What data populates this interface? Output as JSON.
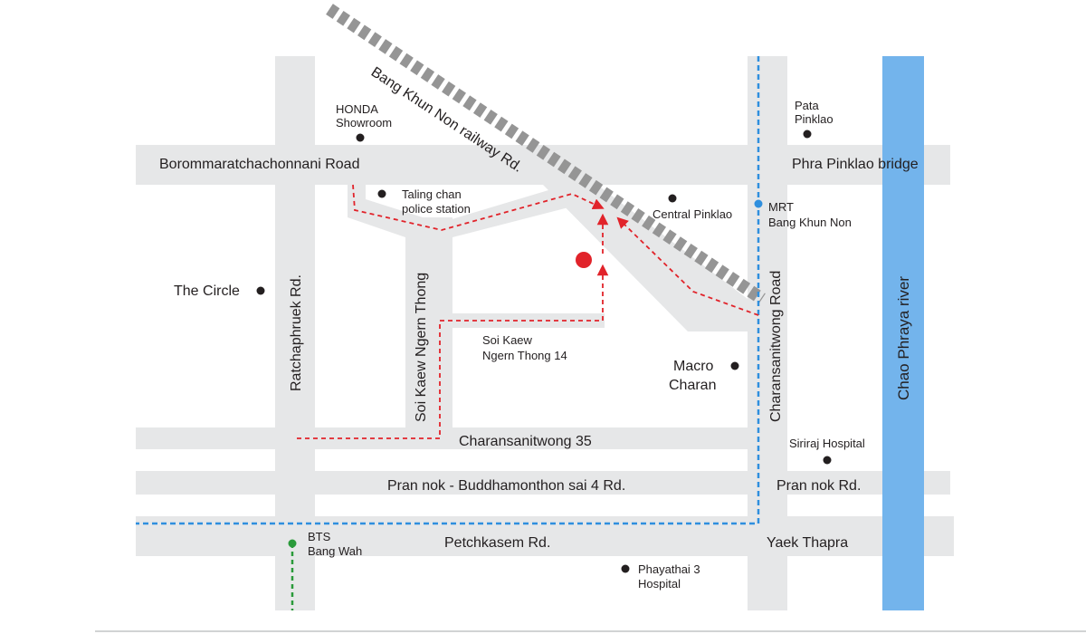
{
  "roads": {
    "borommaratchachonnani": "Borommaratchachonnani Road",
    "phra_pinklao_bridge": "Phra Pinklao bridge",
    "bang_khun_non_railway": "Bang Khun Non railway Rd.",
    "ratchaphruek": "Ratchaphruek Rd.",
    "soi_kaew_ngern_thong": "Soi Kaew Ngern Thong",
    "soi_14_line1": "Soi Kaew",
    "soi_14_line2": "Ngern Thong 14",
    "charansanitwong_road": "Charansanitwong Road",
    "charansanitwong_35": "Charansanitwong 35",
    "pran_nok_buddhamonthon": "Pran nok - Buddhamonthon sai 4 Rd.",
    "pran_nok": "Pran nok Rd.",
    "petchkasem": "Petchkasem Rd.",
    "yaek_thapra": "Yaek Thapra",
    "river": "Chao Phraya river"
  },
  "landmarks": {
    "honda_line1": "HONDA",
    "honda_line2": "Showroom",
    "pata_line1": "Pata",
    "pata_line2": "Pinklao",
    "police_line1": "Taling chan",
    "police_line2": "police station",
    "central_pinklao": "Central Pinklao",
    "mrt_line1": "MRT",
    "mrt_line2": "Bang Khun Non",
    "the_circle": "The Circle",
    "macro_line1": "Macro",
    "macro_line2": "Charan",
    "siriraj": "Siriraj Hospital",
    "bts_line1": "BTS",
    "bts_line2": "Bang Wah",
    "phayathai_line1": "Phayathai 3",
    "phayathai_line2": "Hospital"
  },
  "colors": {
    "road": "#e6e7e8",
    "river": "#73b4ec",
    "route": "#e1232a",
    "mrt_line": "#2f8fde",
    "bts_line": "#2a9a3a",
    "destination": "#e1232a"
  }
}
